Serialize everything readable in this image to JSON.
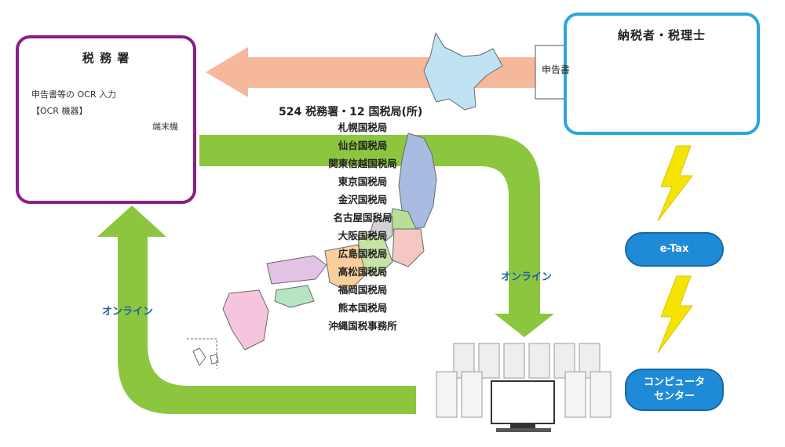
{
  "tax_office": {
    "title": "税 務 署",
    "ocr_line1": "申告書等の OCR 入力",
    "ocr_line2": "【OCR 機器】",
    "terminal_label": "端末機"
  },
  "taxpayer": {
    "title": "納税者・税理士"
  },
  "document_label": "申告書",
  "map": {
    "title": "524 税務署・12 国税局(所)",
    "offices": [
      "札幌国税局",
      "仙台国税局",
      "関東信越国税局",
      "東京国税局",
      "金沢国税局",
      "名古屋国税局",
      "大阪国税局",
      "広島国税局",
      "高松国税局",
      "福岡国税局",
      "熊本国税局",
      "沖縄国税事務所"
    ]
  },
  "online_labels": {
    "right": "オンライン",
    "left": "オンライン"
  },
  "etax_label": "e-Tax",
  "computer_center": {
    "line1": "コンピュータ",
    "line2": "センター"
  },
  "colors": {
    "green": "#8cc63f",
    "salmon": "#f6b89a",
    "purple": "#8a1e86",
    "blue": "#2ba6e0",
    "yellow": "#f5e400"
  }
}
